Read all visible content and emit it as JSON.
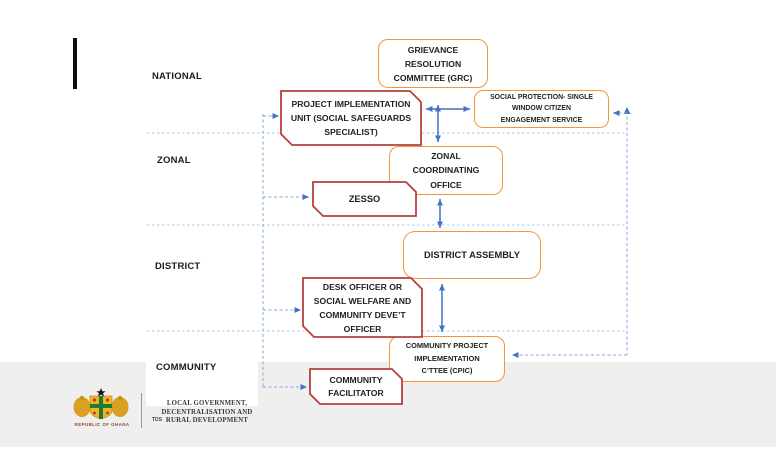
{
  "colors": {
    "orange_border": "#F2953D",
    "red_border": "#B5413D",
    "arrow_blue": "#4472C4",
    "dashed_blue": "#7FA8DC",
    "divider_blue": "#A9C8EA",
    "gray_band": "#EFEFEF"
  },
  "levels": [
    {
      "label": "NATIONAL"
    },
    {
      "label": "ZONAL"
    },
    {
      "label": "DISTRICT"
    },
    {
      "label": "COMMUNITY"
    }
  ],
  "boxes": {
    "grc": {
      "label": "GRIEVANCE\nRESOLUTION\nCOMMITTEE (GRC)"
    },
    "piu": {
      "label": "PROJECT IMPLEMENTATION\nUNIT (SOCIAL SAFEGUARDS\nSPECIALIST)"
    },
    "spswces": {
      "label": "SOCIAL PROTECTION- SINGLE\nWINDOW CITIZEN\nENGAGEMENT SERVICE"
    },
    "zco": {
      "label": "ZONAL\nCOORDINATING\nOFFICE"
    },
    "zesso": {
      "label": "ZESSO"
    },
    "district_assembly": {
      "label": "DISTRICT ASSEMBLY"
    },
    "desk_officer": {
      "label": "DESK OFFICER OR\nSOCIAL WELFARE AND\nCOMMUNITY DEVE’T\nOFFICER"
    },
    "cpic": {
      "label": "COMMUNITY PROJECT\nIMPLEMENTATION\nC’TTEE (CPIC)"
    },
    "community_facilitator": {
      "label": "COMMUNITY\nFACILITATOR"
    }
  },
  "footer": {
    "republic": "REPUBLIC OF GHANA",
    "ministry": "LOCAL GOVERNMENT,\nDECENTRALISATION AND\nRURAL DEVELOPMENT",
    "artifact": "TDS"
  }
}
